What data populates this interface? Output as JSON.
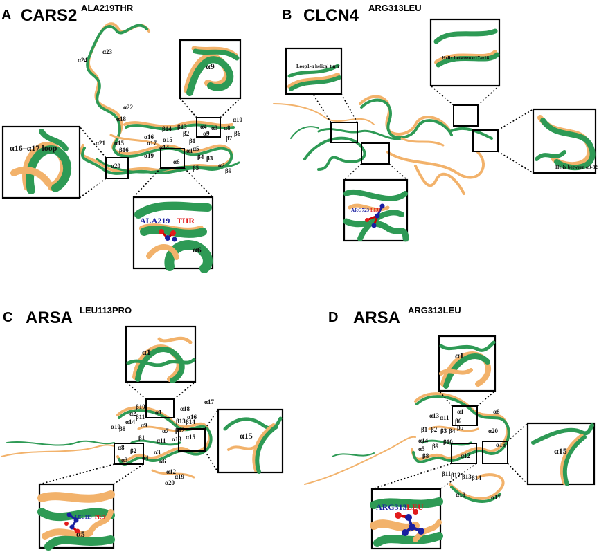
{
  "panels": {
    "A": {
      "letter": "A",
      "gene": "CARS2",
      "mutation": "ALA219THR",
      "inset_loop_label": "α16–α17 loop",
      "inset_top_label": "α9",
      "inset_bottom_label": "α6",
      "residue_wt": "ALA219",
      "residue_mut": "THR",
      "labels": [
        "α23",
        "α24",
        "α22",
        "α18",
        "α21",
        "α15",
        "β16",
        "α20",
        "α16",
        "α17",
        "α15",
        "β14",
        "β13",
        "β2",
        "α4",
        "α3",
        "α9",
        "β1",
        "α10",
        "α8",
        "β7",
        "β6",
        "α19",
        "α14",
        "α6",
        "α1",
        "α5",
        "β4",
        "β3",
        "α2",
        "β5",
        "β9",
        "α20"
      ]
    },
    "B": {
      "letter": "B",
      "gene": "CLCN4",
      "mutation": "ARG313LEU",
      "inset_left_label": "Loop1-α helical turn",
      "inset_top_label": "Helix between α17-α18",
      "inset_right_label": "Helix between α3-β2",
      "residue_wt": "ARG723",
      "residue_mut": "LEU"
    },
    "C": {
      "letter": "C",
      "gene": "ARSA",
      "mutation": "LEU113PRO",
      "inset_top_label": "α1",
      "inset_right_label": "α15",
      "inset_bottom_label": "α5",
      "residue_wt": "LEU113",
      "residue_mut": "PRO",
      "labels": [
        "β10",
        "α17",
        "α18",
        "α2",
        "β11",
        "α1",
        "α16",
        "α14",
        "β13",
        "β14",
        "α10",
        "β8",
        "α9",
        "α15",
        "β12",
        "α7",
        "α13",
        "β1",
        "α11",
        "α8",
        "α3",
        "α6",
        "α12",
        "α4",
        "α19",
        "α20",
        "α3",
        "β2"
      ]
    },
    "D": {
      "letter": "D",
      "gene": "ARSA",
      "mutation": "ARG313LEU",
      "inset_top_label": "α1",
      "inset_right_label": "α15",
      "residue_wt": "ARG313",
      "residue_mut": "LEU",
      "labels": [
        "α1",
        "α11",
        "β6",
        "β5",
        "α13",
        "β1",
        "β2",
        "β3",
        "β4",
        "α20",
        "α14",
        "β10",
        "β9",
        "α12",
        "α16",
        "β11",
        "β12",
        "β13",
        "β14",
        "α18",
        "α17",
        "α8",
        "β8",
        "α5"
      ]
    }
  }
}
